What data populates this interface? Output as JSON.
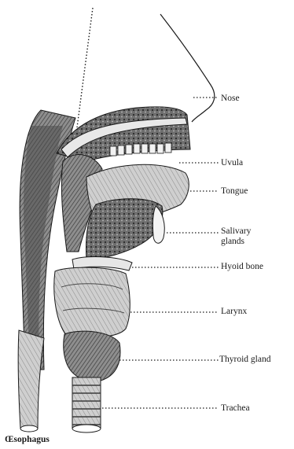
{
  "labels": {
    "nose": "Nose",
    "uvula": "Uvula",
    "tongue": "Tongue",
    "salivary_line1": "Salivary",
    "salivary_line2": "glands",
    "hyoid": "Hyoid bone",
    "larynx": "Larynx",
    "thyroid": "Thyroid gland",
    "trachea": "Trachea",
    "oesophagus": "Œsophagus"
  },
  "colors": {
    "ink": "#1a1a1a",
    "tissue_dark": "#555555",
    "tissue_mid": "#9a9a9a",
    "tissue_light": "#d4d4d4",
    "background": "#ffffff"
  }
}
